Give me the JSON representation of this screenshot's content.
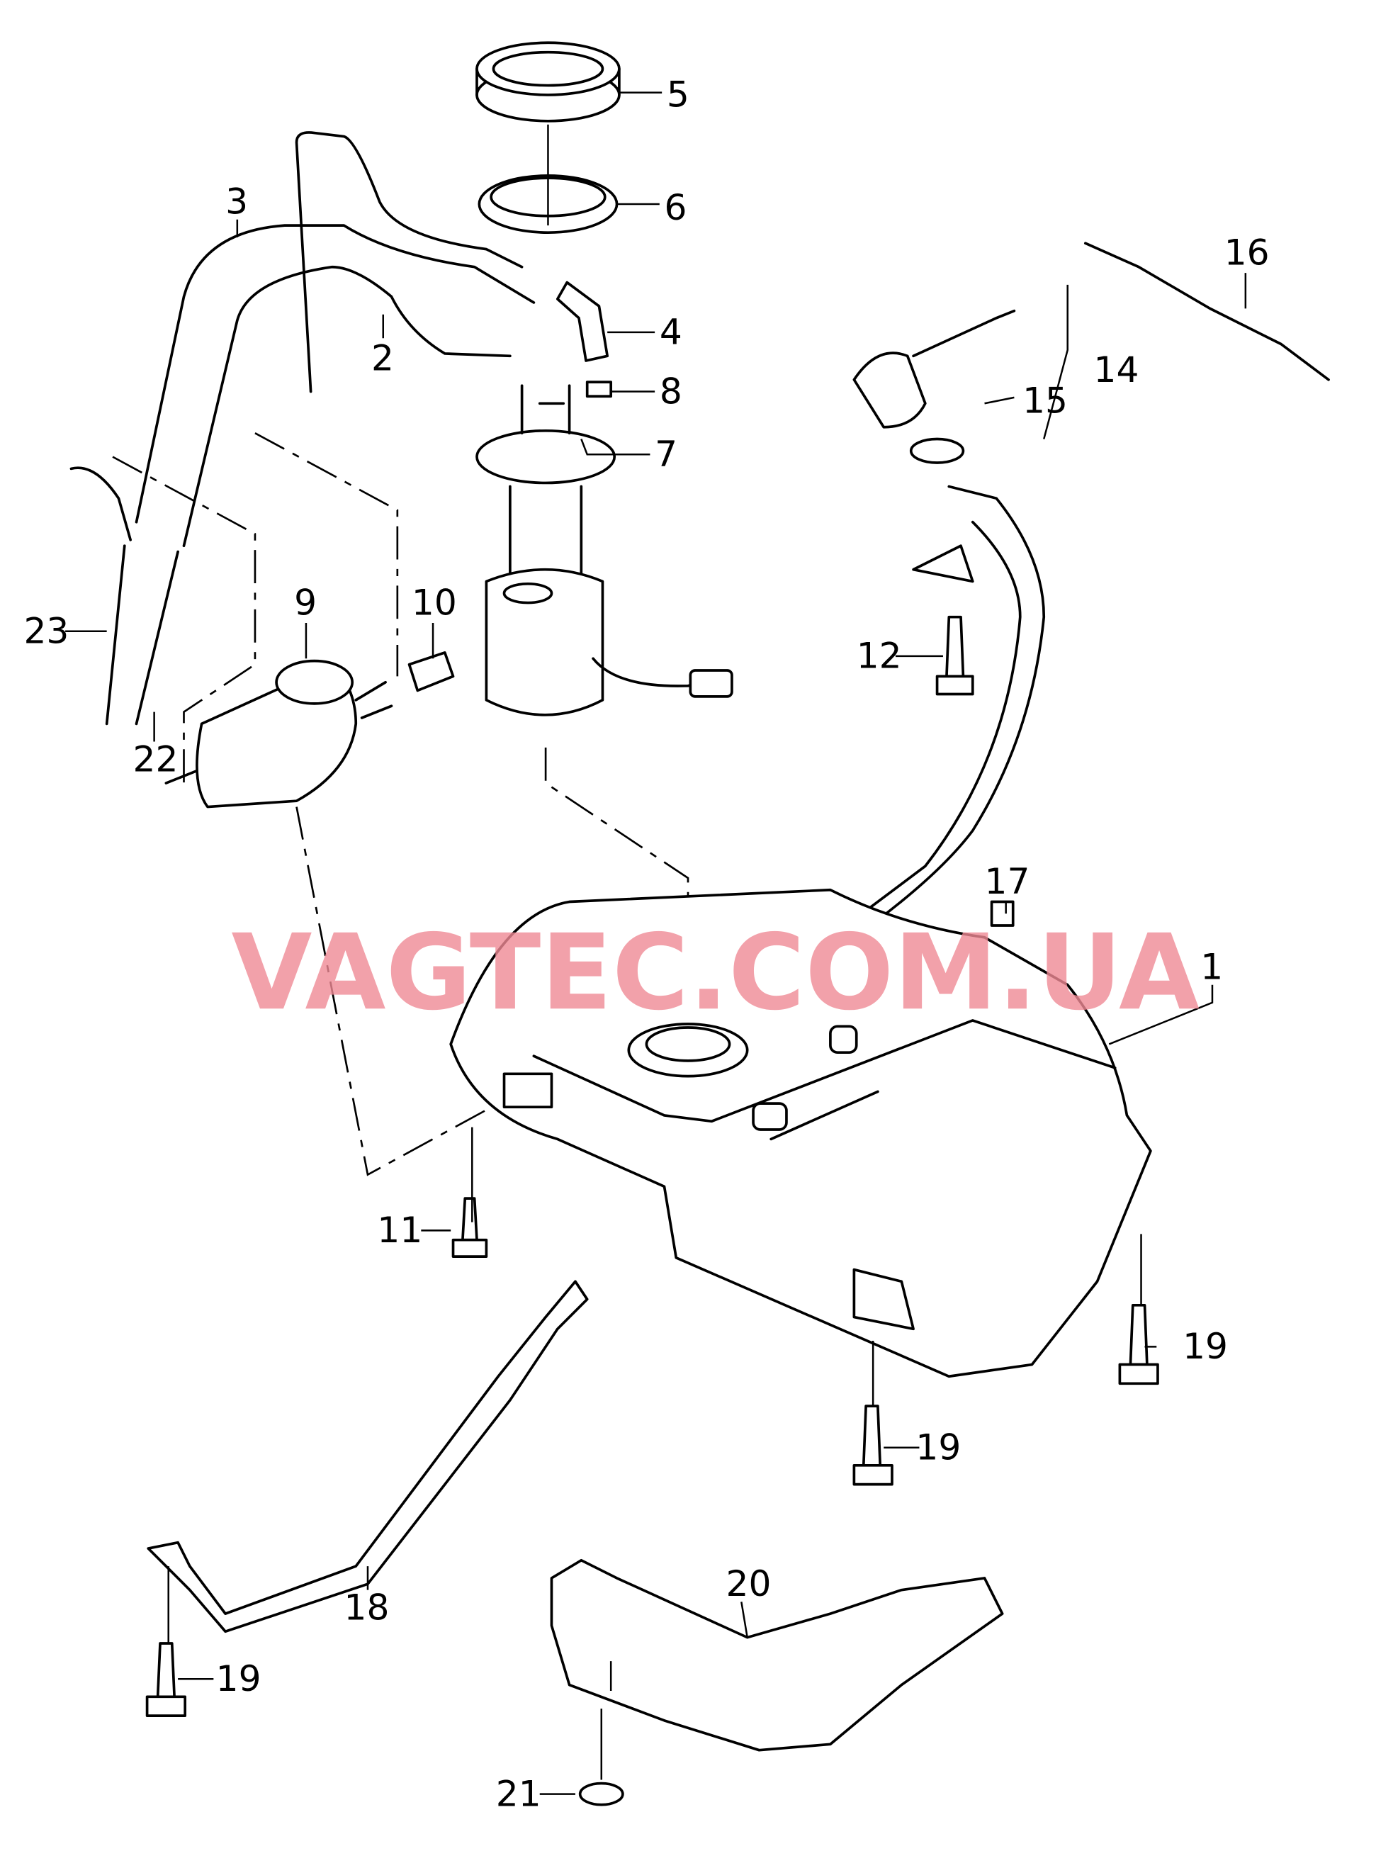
{
  "watermark": "VAGTEC.COM.UA",
  "callouts": {
    "c1": "1",
    "c2": "2",
    "c3": "3",
    "c4": "4",
    "c5": "5",
    "c6": "6",
    "c7": "7",
    "c8": "8",
    "c9": "9",
    "c10": "10",
    "c11": "11",
    "c12": "12",
    "c14": "14",
    "c15": "15",
    "c16": "16",
    "c17": "17",
    "c18": "18",
    "c19a": "19",
    "c19b": "19",
    "c19c": "19",
    "c20": "20",
    "c21": "21",
    "c22": "22",
    "c23": "23"
  }
}
